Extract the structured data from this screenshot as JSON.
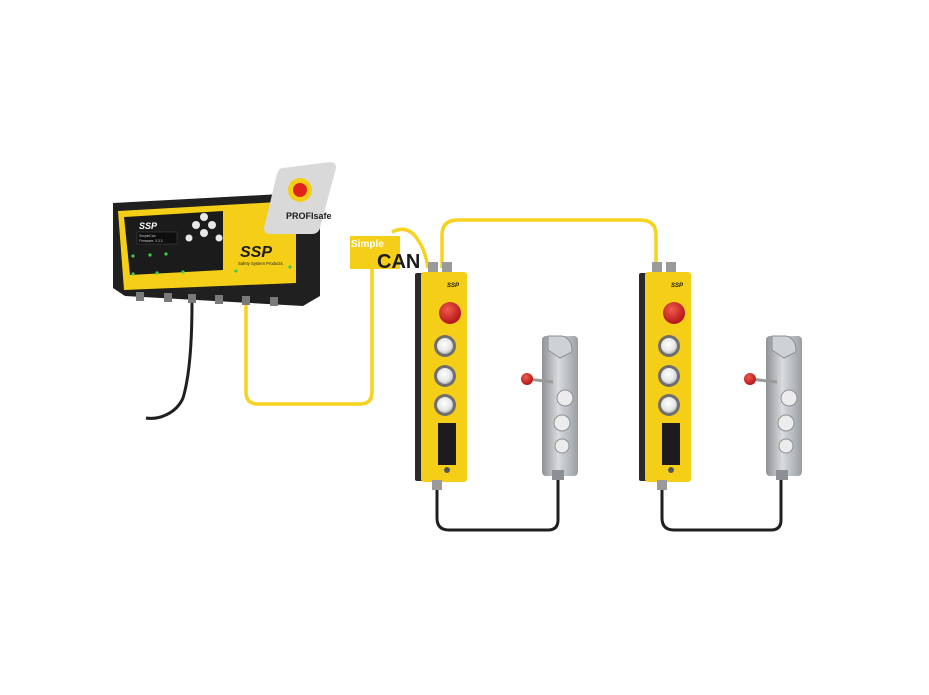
{
  "controller": {
    "brand": "SSP",
    "brand_tagline": "Safety System Products",
    "screen_line1": "SimpleCan",
    "screen_line2": "Firmware: 3.3.3"
  },
  "badge": {
    "label": "PROFIsafe"
  },
  "bus": {
    "prefix": "Simple",
    "name": "CAN"
  },
  "stations": [
    {
      "brand": "SSP"
    },
    {
      "brand": "SSP"
    }
  ],
  "colors": {
    "yellow": "#f5cf17",
    "cable_yellow": "#f7d21e",
    "dark": "#1e1e1e",
    "red": "#d8282a",
    "steel": "#b9bcc0"
  }
}
